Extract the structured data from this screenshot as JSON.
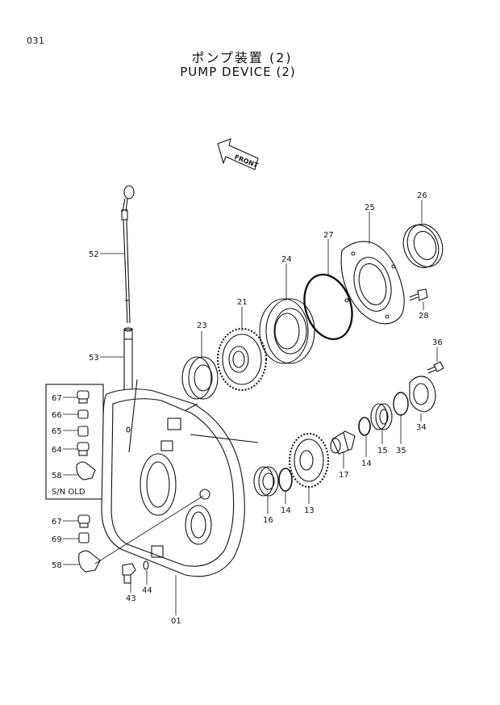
{
  "page_number": "031",
  "title_jp": "ポンプ装置 (2)",
  "title_en": "PUMP DEVICE (2)",
  "front_label": "FRONT",
  "inset_caption": "S/N  OLD",
  "callouts": {
    "c01": "01",
    "c13": "13",
    "c14a": "14",
    "c14b": "14",
    "c15": "15",
    "c16": "16",
    "c17": "17",
    "c21": "21",
    "c23": "23",
    "c24": "24",
    "c25": "25",
    "c26": "26",
    "c27": "27",
    "c28": "28",
    "c34": "34",
    "c35": "35",
    "c36": "36",
    "c43": "43",
    "c44": "44",
    "c52": "52",
    "c53": "53",
    "c58a": "58",
    "c58b": "58",
    "c64": "64",
    "c65": "65",
    "c66": "66",
    "c67a": "67",
    "c67b": "67",
    "c69": "69"
  }
}
